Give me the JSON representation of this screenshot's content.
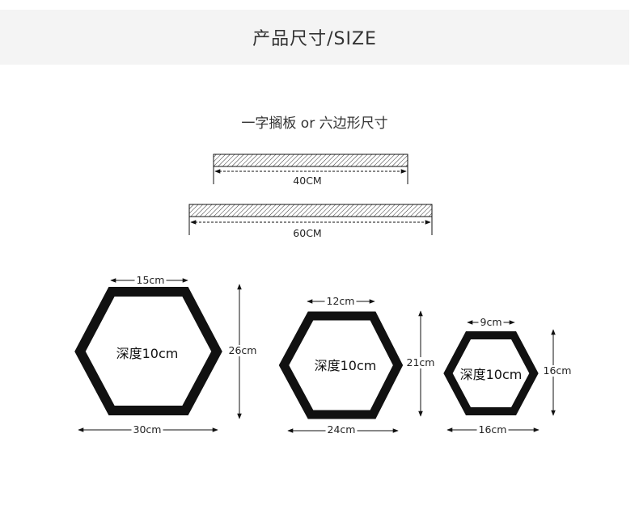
{
  "header": {
    "title": "产品尺寸/SIZE"
  },
  "subtitle": "一字搁板 or 六边形尺寸",
  "shelves": [
    {
      "length_label": "40CM"
    },
    {
      "length_label": "60CM"
    }
  ],
  "hexagons": [
    {
      "top_label": "15cm",
      "side_label": "26cm",
      "bottom_label": "30cm",
      "depth_label": "深度10cm"
    },
    {
      "top_label": "12cm",
      "side_label": "21cm",
      "bottom_label": "24cm",
      "depth_label": "深度10cm"
    },
    {
      "top_label": "9cm",
      "side_label": "16cm",
      "bottom_label": "16cm",
      "depth_label": "深度10cm"
    }
  ],
  "colors": {
    "line": "#111111",
    "header_bg": "#f4f4f4"
  }
}
